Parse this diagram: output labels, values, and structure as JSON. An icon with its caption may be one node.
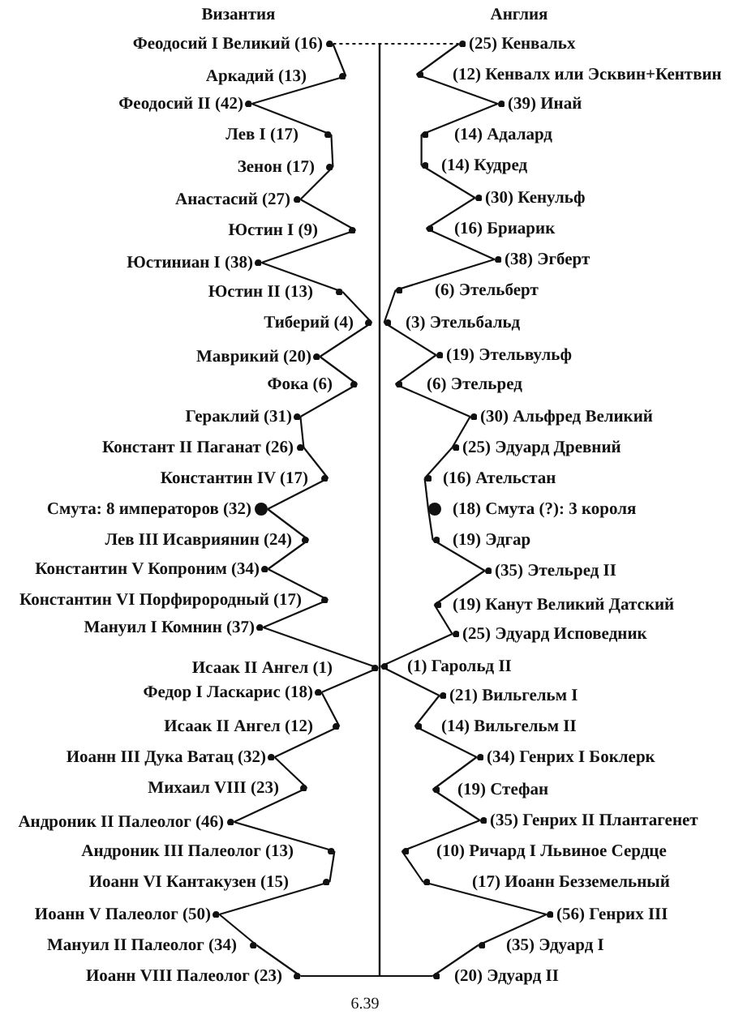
{
  "diagram": {
    "caption": "6.39",
    "nodes": [
      {
        "text": [
          "Феодосий I Великий (16)"
        ]
      },
      {
        "text": [
          "Аркадий (13)"
        ]
      },
      {
        "text": [
          "Феодосий II (42)"
        ]
      },
      {
        "text": [
          "Лев I (17)"
        ]
      },
      {
        "text": [
          "Зенон (17)"
        ]
      },
      {
        "text": [
          "Анастасий (27)"
        ]
      },
      {
        "text": [
          "Юстин I (9)"
        ]
      },
      {
        "text": [
          "Юстиниан I (38)"
        ]
      },
      {
        "text": [
          "Юстин II (13)"
        ]
      },
      {
        "text": [
          "Тиберий (4)"
        ]
      },
      {
        "text": [
          "Маврикий (20)"
        ]
      },
      {
        "text": [
          "Фока (6)"
        ]
      },
      {
        "text": [
          "Гераклий (31)"
        ]
      },
      {
        "text": [
          "Констант II Паганат (26)"
        ]
      },
      {
        "text": [
          "Константин IV (17)"
        ]
      },
      {
        "text": [
          "Смута: 8 императоров (32)"
        ]
      },
      {
        "text": [
          "Лев III Исавриянин (24)"
        ]
      },
      {
        "text": [
          "Константин V Копроним (34)"
        ]
      },
      {
        "text": [
          "Константин VI Порфирородный (17)"
        ]
      },
      {
        "text": [
          "Мануил I Комнин (37)"
        ]
      },
      {
        "text": [
          "Исаак II Ангел (1)"
        ]
      },
      {
        "text": [
          "Федор I Ласкарис (18)"
        ]
      },
      {
        "text": [
          "Исаак II Ангел (12)"
        ]
      },
      {
        "text": [
          "Иоанн III Дука Ватац (32)"
        ]
      },
      {
        "text": [
          "Михаил VIII (23)"
        ]
      },
      {
        "text": [
          "Андроник II Палеолог (46)"
        ]
      },
      {
        "text": [
          "Андроник III Палеолог (13)"
        ]
      },
      {
        "text": [
          "Иоанн VI Кантакузен (15)"
        ]
      },
      {
        "text": [
          "Иоанн V Палеолог (50)"
        ]
      },
      {
        "text": [
          "Мануил II Палеолог (34)"
        ]
      },
      {
        "text": [
          "Иоанн VIII Палеолог (23)"
        ]
      },
      {
        "text": [
          "(25) Кенвальх"
        ]
      },
      {
        "text": [
          "(12) Кенвалх или Эсквин+Кентвин"
        ]
      },
      {
        "text": [
          "(39) Инай"
        ]
      },
      {
        "text": [
          "(14) Адалард"
        ]
      },
      {
        "text": [
          "(14) Кудред"
        ]
      },
      {
        "text": [
          "(30) Кенульф"
        ]
      },
      {
        "text": [
          "(16) Бриарик"
        ]
      },
      {
        "text": [
          "(38) Эгберт"
        ]
      },
      {
        "text": [
          "(6) Этельберт"
        ]
      },
      {
        "text": [
          "(3) Этельбальд"
        ]
      },
      {
        "text": [
          "(19) Этельвульф"
        ]
      },
      {
        "text": [
          "(6) Этельред"
        ]
      },
      {
        "text": [
          "(30) Альфред Великий"
        ]
      },
      {
        "text": [
          "(25) Эдуард Древний"
        ]
      },
      {
        "text": [
          "(16) Ательстан"
        ]
      },
      {
        "text": [
          "(18) Смута (?): 3 короля"
        ]
      },
      {
        "text": [
          "(19) Эдгар"
        ]
      },
      {
        "text": [
          "(35) Этельред II"
        ]
      },
      {
        "text": [
          "(19) Канут Великий Датский"
        ]
      },
      {
        "text": [
          "(25) Эдуард Исповедник"
        ]
      },
      {
        "text": [
          "(1) Гарольд II"
        ]
      },
      {
        "text": [
          "(21) Вильгельм I"
        ]
      },
      {
        "text": [
          "(14) Вильгельм II"
        ]
      },
      {
        "text": [
          "(34) Генрих I Боклерк"
        ]
      },
      {
        "text": [
          "(19) Стефан"
        ]
      },
      {
        "text": [
          "(35) Генрих II Плантагенет"
        ]
      },
      {
        "text": [
          "(10) Ричард I Львиное Сердце"
        ]
      },
      {
        "text": [
          "(17) Иоанн Безземельный"
        ]
      },
      {
        "text": [
          "(56) Генрих III"
        ]
      },
      {
        "text": [
          "(35) Эдуард I"
        ]
      },
      {
        "text": [
          "(20) Эдуард II"
        ]
      }
    ],
    "edges": [
      {
        "from": 0,
        "to": 31,
        "arrow": "none",
        "style": "dashed"
      },
      {
        "from": 0,
        "to": 1,
        "arrow": "none"
      },
      {
        "from": 1,
        "to": 2,
        "arrow": "none"
      },
      {
        "from": 2,
        "to": 3,
        "arrow": "none"
      },
      {
        "from": 3,
        "to": 4,
        "arrow": "none"
      },
      {
        "from": 4,
        "to": 5,
        "arrow": "none"
      },
      {
        "from": 5,
        "to": 6,
        "arrow": "none"
      },
      {
        "from": 6,
        "to": 7,
        "arrow": "none"
      },
      {
        "from": 7,
        "to": 8,
        "arrow": "none"
      },
      {
        "from": 8,
        "to": 9,
        "arrow": "none"
      },
      {
        "from": 9,
        "to": 10,
        "arrow": "none"
      },
      {
        "from": 10,
        "to": 11,
        "arrow": "none"
      },
      {
        "from": 11,
        "to": 12,
        "arrow": "none"
      },
      {
        "from": 12,
        "to": 13,
        "arrow": "none"
      },
      {
        "from": 13,
        "to": 14,
        "arrow": "none"
      },
      {
        "from": 14,
        "to": 15,
        "arrow": "none"
      },
      {
        "from": 15,
        "to": 16,
        "arrow": "none"
      },
      {
        "from": 16,
        "to": 17,
        "arrow": "none"
      },
      {
        "from": 17,
        "to": 18,
        "arrow": "none"
      },
      {
        "from": 18,
        "to": 19,
        "arrow": "none"
      },
      {
        "from": 19,
        "to": 20,
        "arrow": "none"
      },
      {
        "from": 20,
        "to": 21,
        "arrow": "none"
      },
      {
        "from": 21,
        "to": 22,
        "arrow": "none"
      },
      {
        "from": 22,
        "to": 23,
        "arrow": "none"
      },
      {
        "from": 23,
        "to": 24,
        "arrow": "none"
      },
      {
        "from": 24,
        "to": 25,
        "arrow": "none"
      },
      {
        "from": 25,
        "to": 26,
        "arrow": "none"
      },
      {
        "from": 26,
        "to": 27,
        "arrow": "none"
      },
      {
        "from": 27,
        "to": 28,
        "arrow": "none"
      },
      {
        "from": 28,
        "to": 29,
        "arrow": "none"
      },
      {
        "from": 29,
        "to": 30,
        "arrow": "none"
      },
      {
        "from": 31,
        "to": 32,
        "arrow": "none"
      },
      {
        "from": 32,
        "to": 33,
        "arrow": "none"
      },
      {
        "from": 33,
        "to": 34,
        "arrow": "none"
      },
      {
        "from": 34,
        "to": 35,
        "arrow": "none"
      },
      {
        "from": 35,
        "to": 36,
        "arrow": "none"
      },
      {
        "from": 36,
        "to": 37,
        "arrow": "none"
      },
      {
        "from": 37,
        "to": 38,
        "arrow": "none"
      },
      {
        "from": 38,
        "to": 39,
        "arrow": "none"
      },
      {
        "from": 39,
        "to": 40,
        "arrow": "none"
      },
      {
        "from": 40,
        "to": 41,
        "arrow": "none"
      },
      {
        "from": 41,
        "to": 42,
        "arrow": "none"
      },
      {
        "from": 42,
        "to": 43,
        "arrow": "none"
      },
      {
        "from": 43,
        "to": 44,
        "arrow": "none"
      },
      {
        "from": 44,
        "to": 45,
        "arrow": "none"
      },
      {
        "from": 45,
        "to": 46,
        "arrow": "none"
      },
      {
        "from": 46,
        "to": 47,
        "arrow": "none"
      },
      {
        "from": 47,
        "to": 48,
        "arrow": "none"
      },
      {
        "from": 48,
        "to": 49,
        "arrow": "none"
      },
      {
        "from": 49,
        "to": 50,
        "arrow": "none"
      },
      {
        "from": 50,
        "to": 51,
        "arrow": "none"
      },
      {
        "from": 51,
        "to": 52,
        "arrow": "none"
      },
      {
        "from": 52,
        "to": 53,
        "arrow": "none"
      },
      {
        "from": 53,
        "to": 54,
        "arrow": "none"
      },
      {
        "from": 54,
        "to": 55,
        "arrow": "none"
      },
      {
        "from": 55,
        "to": 56,
        "arrow": "none"
      },
      {
        "from": 56,
        "to": 57,
        "arrow": "none"
      },
      {
        "from": 57,
        "to": 58,
        "arrow": "none"
      },
      {
        "from": 58,
        "to": 59,
        "arrow": "none"
      },
      {
        "from": 59,
        "to": 60,
        "arrow": "none"
      },
      {
        "from": 60,
        "to": 61,
        "arrow": "none"
      },
      {
        "from": 30,
        "to": 61,
        "arrow": "none"
      }
    ],
    "labels": [
      "Византия",
      "Англия"
    ]
  }
}
